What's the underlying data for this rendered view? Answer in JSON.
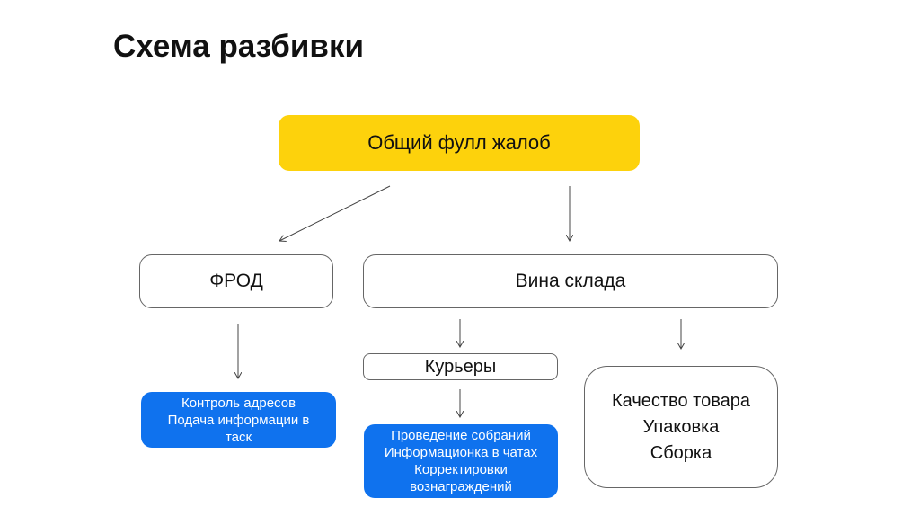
{
  "title": "Схема разбивки",
  "root": "Общий фулл жалоб",
  "fraud": "ФРОД",
  "warehouse": "Вина склада",
  "couriers": "Курьеры",
  "fraud_actions": [
    "Контроль адресов",
    "Подача информации в",
    "таск"
  ],
  "courier_actions": [
    "Проведение собраний",
    "Информационка в чатах",
    "Корректировки",
    "вознаграждений"
  ],
  "warehouse_issues": [
    "Качество товара",
    "Упаковка",
    "Сборка"
  ]
}
